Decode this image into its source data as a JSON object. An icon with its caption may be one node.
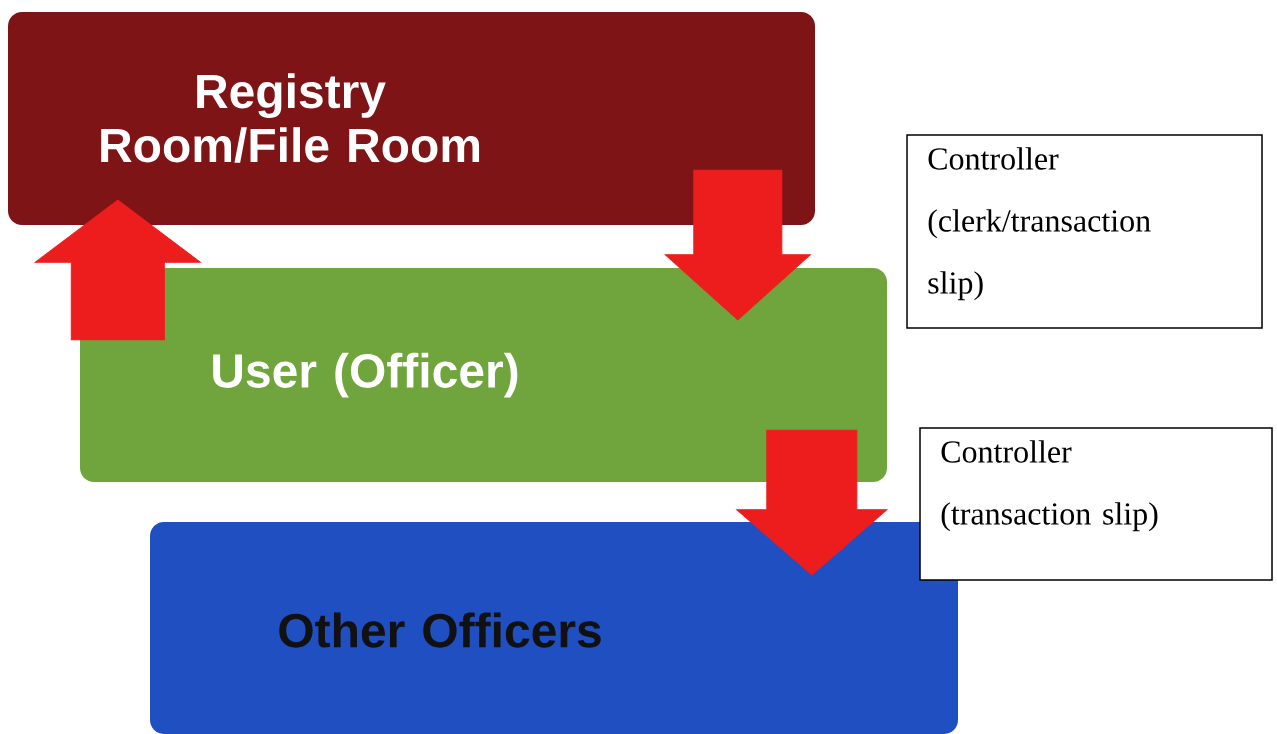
{
  "diagram": {
    "nodes": [
      {
        "text": [
          "Registry Room/File Room"
        ]
      },
      {
        "text": [
          "User (Officer)"
        ]
      },
      {
        "text": [
          "Other Officers"
        ]
      },
      {
        "text": [
          "Controller (clerk/transaction slip)"
        ]
      },
      {
        "text": [
          "Controller (transaction slip)"
        ]
      }
    ],
    "edges": [
      {
        "from": 1,
        "to": 0,
        "arrow": "to"
      },
      {
        "from": 0,
        "to": 1,
        "arrow": "to"
      },
      {
        "from": 1,
        "to": 2,
        "arrow": "to"
      }
    ]
  }
}
